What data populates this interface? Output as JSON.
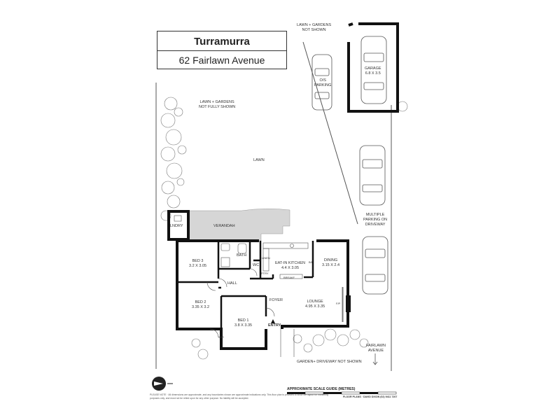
{
  "title": {
    "suburb": "Turramurra",
    "address": "62 Fairlawn Avenue"
  },
  "labels": {
    "lawn_top": [
      "LAWN + GARDENS",
      "NOT SHOWN"
    ],
    "lawn_left": [
      "LAWN + GARDENS",
      "NOT FULLY SHOWN"
    ],
    "lawn": "LAWN",
    "os_parking": [
      "O/S",
      "PARKING"
    ],
    "garage": [
      "GARAGE",
      "6.8 x 3.5"
    ],
    "multiple_parking": [
      "MULTIPLE",
      "PARKING ON",
      "DRIVEWAY"
    ],
    "verandah": "VERANDAH",
    "laundry": "LNDRY",
    "bath": "BATH",
    "wc": "WC",
    "linen": "LINEN",
    "bed3": [
      "BED 3",
      "3.2 x 3.05"
    ],
    "kitchen": [
      "EAT-IN KITCHEN",
      "4.4 x 3.05"
    ],
    "dining": [
      "DINING",
      "3.15 x 2.4"
    ],
    "hall": "HALL",
    "bed2": [
      "BED 2",
      "3.35 x 3.2"
    ],
    "bed1": [
      "BED 1",
      "3.8 x 3.35"
    ],
    "foyer": "FOYER",
    "lounge": [
      "LOUNGE",
      "4.95 x 3.35"
    ],
    "bi": "B/I",
    "wir": "WIR",
    "bfp": "F/P",
    "entry": "ENTRY",
    "garden_driveway": "GARDEN+ DRIVEWAY NOT SHOWN",
    "fairlawn": [
      "FAIRLAWN",
      "AVENUE"
    ],
    "breakfast": "BREAKF",
    "pantry": "PTRY"
  },
  "footer": {
    "scale_label": "APPROXIMATE SCALE GUIDE (METRES)",
    "disclaimer": "PLEASE NOTE · All dimensions are approximate, and any boundaries shown are approximate indications only. This floor plan is provided to show the layout for marketing purposes only, and must not be relied upon for any other purpose. No liability will be accepted.",
    "credit": "FLOOR PLANS · DAVID DIXON (02) 9411 7207"
  },
  "colors": {
    "wall": "#111111",
    "verandah": "#d6d6d6",
    "outline": "#555555"
  },
  "icons": [
    "north-arrow-icon",
    "tree-icon",
    "car-icon"
  ]
}
